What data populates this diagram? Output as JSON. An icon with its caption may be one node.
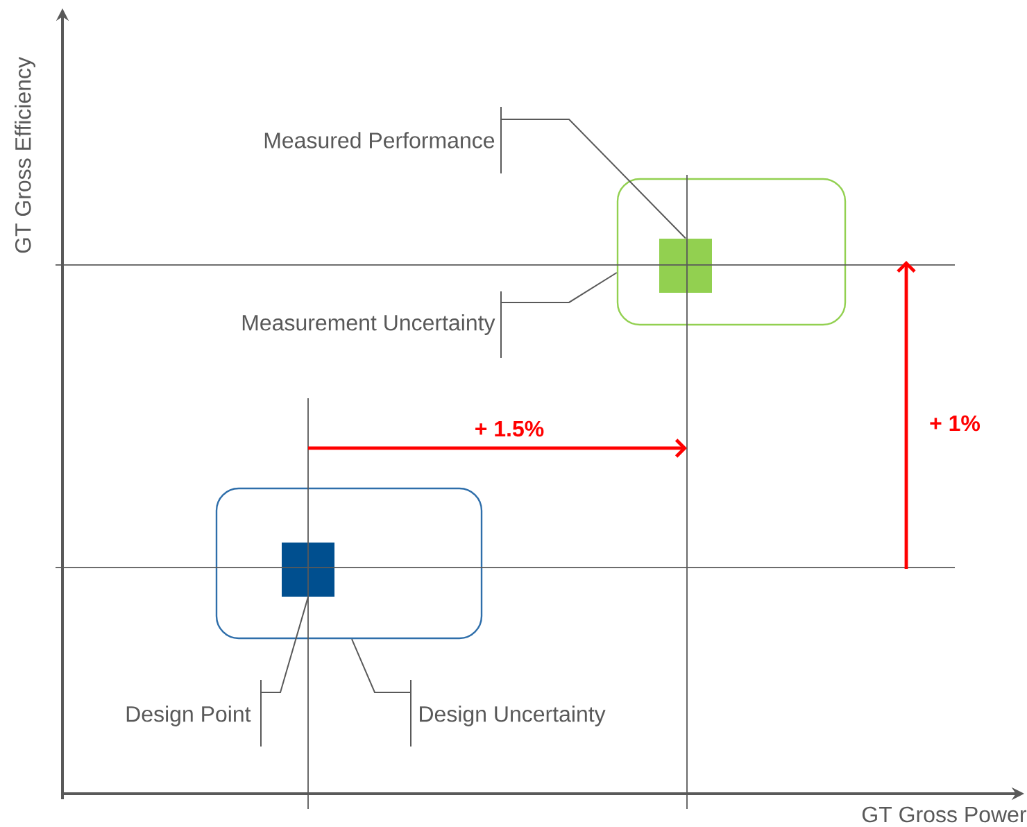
{
  "diagram": {
    "nodes": [
      {
        "text": [
          "Measured Performance"
        ]
      },
      {
        "text": [],
        "shape": "box"
      },
      {
        "text": [],
        "shape": "box",
        "in": 1
      },
      {
        "text": [
          "Measurement Uncertainty"
        ]
      },
      {
        "text": [],
        "shape": "box"
      },
      {
        "text": [],
        "shape": "box",
        "in": 4
      },
      {
        "text": [
          "Design Point"
        ]
      },
      {
        "text": [
          "Design Uncertainty"
        ]
      }
    ],
    "edges": [
      {
        "from": 0,
        "to": 2,
        "arrow": "none"
      },
      {
        "from": 3,
        "to": 1,
        "arrow": "none"
      },
      {
        "from": 6,
        "to": 5,
        "arrow": "none"
      },
      {
        "from": 7,
        "to": 4,
        "arrow": "none"
      }
    ],
    "labels": [
      "GT Gross Efficiency",
      "+ 1.5%",
      "+ 1%",
      "GT Gross Power"
    ]
  }
}
